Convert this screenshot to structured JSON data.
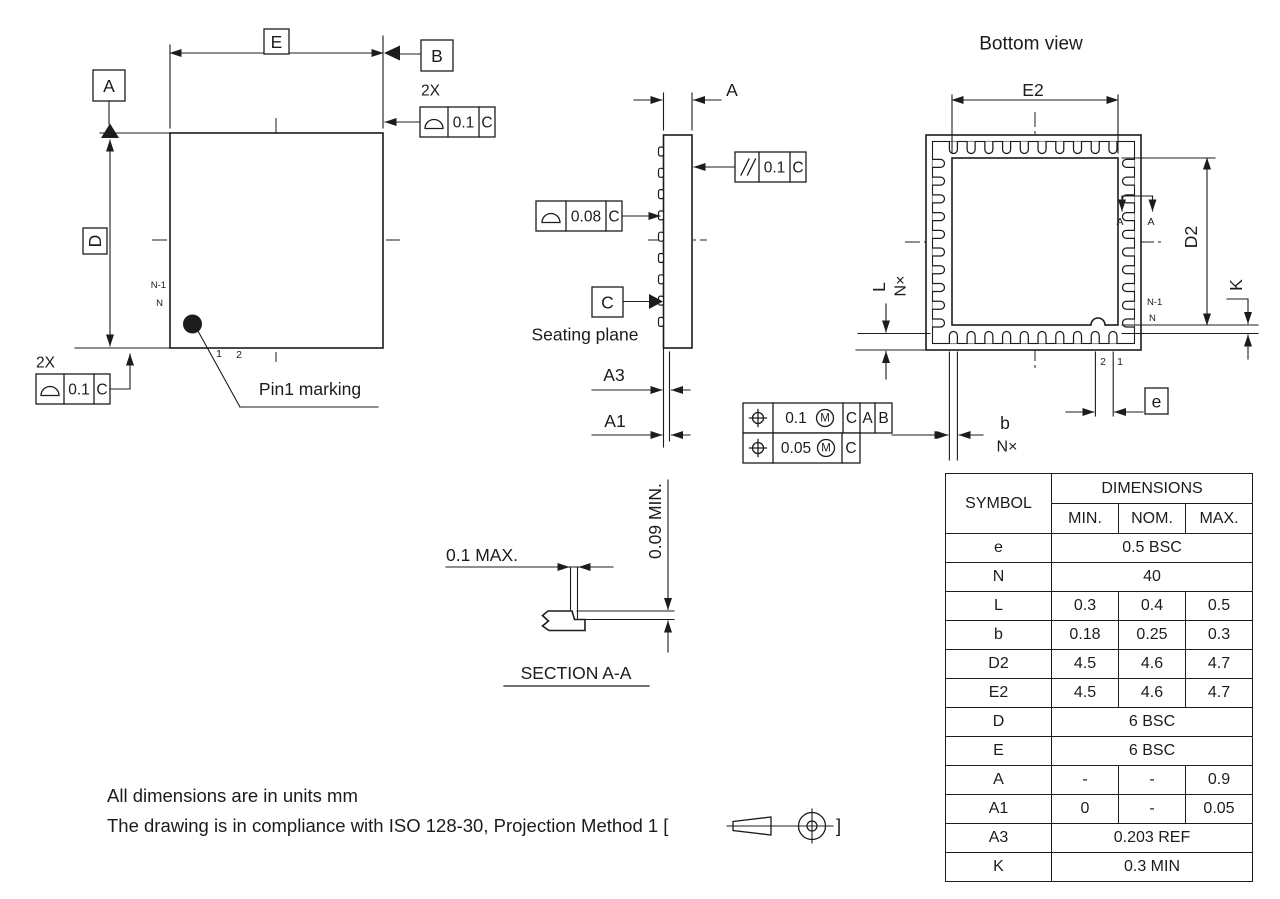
{
  "colors": {
    "ink": "#1c1c1c",
    "background": "#ffffff"
  },
  "top_view": {
    "datum_a": "A",
    "datum_b": "B",
    "dim_e": "E",
    "dim_d": "D",
    "count_top": "2X",
    "count_bottom": "2X",
    "fcf_right": {
      "tol": "0.1",
      "datum": "C"
    },
    "fcf_bottom": {
      "tol": "0.1",
      "datum": "C"
    },
    "label_n1": "N-1",
    "label_n": "N",
    "pin1": "1",
    "pin2": "2",
    "pin1_marking": "Pin1 marking"
  },
  "side_view": {
    "dim_a": "A",
    "dim_a3": "A3",
    "dim_a1": "A1",
    "fcf_parallelism": {
      "tol": "0.1",
      "datum": "C"
    },
    "fcf_profile": {
      "tol": "0.08",
      "datum": "C"
    },
    "datum_c": "C",
    "seating_plane": "Seating plane"
  },
  "bottom_view": {
    "title": "Bottom view",
    "dim_e2": "E2",
    "dim_d2": "D2",
    "dim_k": "K",
    "dim_l": "L",
    "count_l": "N×",
    "dim_b": "b",
    "count_b": "N×",
    "dim_pitch": "e",
    "label_n1": "N-1",
    "label_n": "N",
    "pin1": "1",
    "pin2": "2",
    "section_a_left": "A",
    "section_a_right": "A",
    "fcf_position_row1": {
      "tol": "0.1",
      "modifier": "M",
      "datum1": "C",
      "datum2": "A",
      "datum3": "B"
    },
    "fcf_position_row2": {
      "tol": "0.05",
      "modifier": "M",
      "datum1": "C"
    }
  },
  "section_view": {
    "title": "SECTION A-A",
    "dim_setback": "0.1 MAX.",
    "dim_standoff": "0.09 MIN."
  },
  "table": {
    "header_symbol": "SYMBOL",
    "header_dimensions": "DIMENSIONS",
    "header_min": "MIN.",
    "header_nom": "NOM.",
    "header_max": "MAX.",
    "rows": [
      {
        "symbol": "e",
        "span": "0.5 BSC"
      },
      {
        "symbol": "N",
        "span": "40"
      },
      {
        "symbol": "L",
        "min": "0.3",
        "nom": "0.4",
        "max": "0.5"
      },
      {
        "symbol": "b",
        "min": "0.18",
        "nom": "0.25",
        "max": "0.3"
      },
      {
        "symbol": "D2",
        "min": "4.5",
        "nom": "4.6",
        "max": "4.7"
      },
      {
        "symbol": "E2",
        "min": "4.5",
        "nom": "4.6",
        "max": "4.7"
      },
      {
        "symbol": "D",
        "span": "6 BSC"
      },
      {
        "symbol": "E",
        "span": "6 BSC"
      },
      {
        "symbol": "A",
        "min": "-",
        "nom": "-",
        "max": "0.9"
      },
      {
        "symbol": "A1",
        "min": "0",
        "nom": "-",
        "max": "0.05"
      },
      {
        "symbol": "A3",
        "span": "0.203 REF"
      },
      {
        "symbol": "K",
        "span": "0.3 MIN"
      }
    ]
  },
  "notes": {
    "line1": "All dimensions are in units mm",
    "line2": "The drawing is in compliance with ISO 128-30, Projection Method 1 [",
    "line2_close": "]"
  }
}
